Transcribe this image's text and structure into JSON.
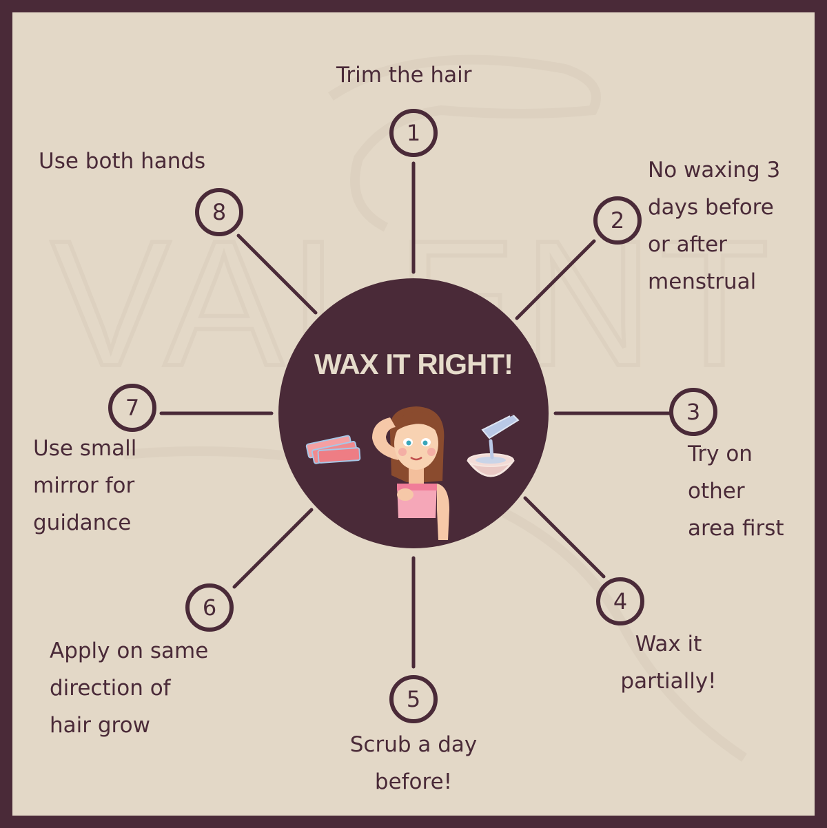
{
  "colors": {
    "frame": "#4a2a38",
    "background": "#e3d8c7",
    "accent": "#4a2a38",
    "title": "#e6dccb"
  },
  "center": {
    "title": "WAX IT RIGHT!"
  },
  "watermark": "VALENT",
  "steps": [
    {
      "number": "1",
      "text": "Trim the hair"
    },
    {
      "number": "2",
      "text": "No waxing 3\ndays before\nor after\nmenstrual"
    },
    {
      "number": "3",
      "text": "Try on\nother\narea first"
    },
    {
      "number": "4",
      "text": "Wax it\npartially!"
    },
    {
      "number": "5",
      "text": "Scrub a day\nbefore!"
    },
    {
      "number": "6",
      "text": "Apply on same\ndirection of\nhair grow"
    },
    {
      "number": "7",
      "text": "Use small\nmirror for\nguidance"
    },
    {
      "number": "8",
      "text": "Use both hands"
    }
  ]
}
